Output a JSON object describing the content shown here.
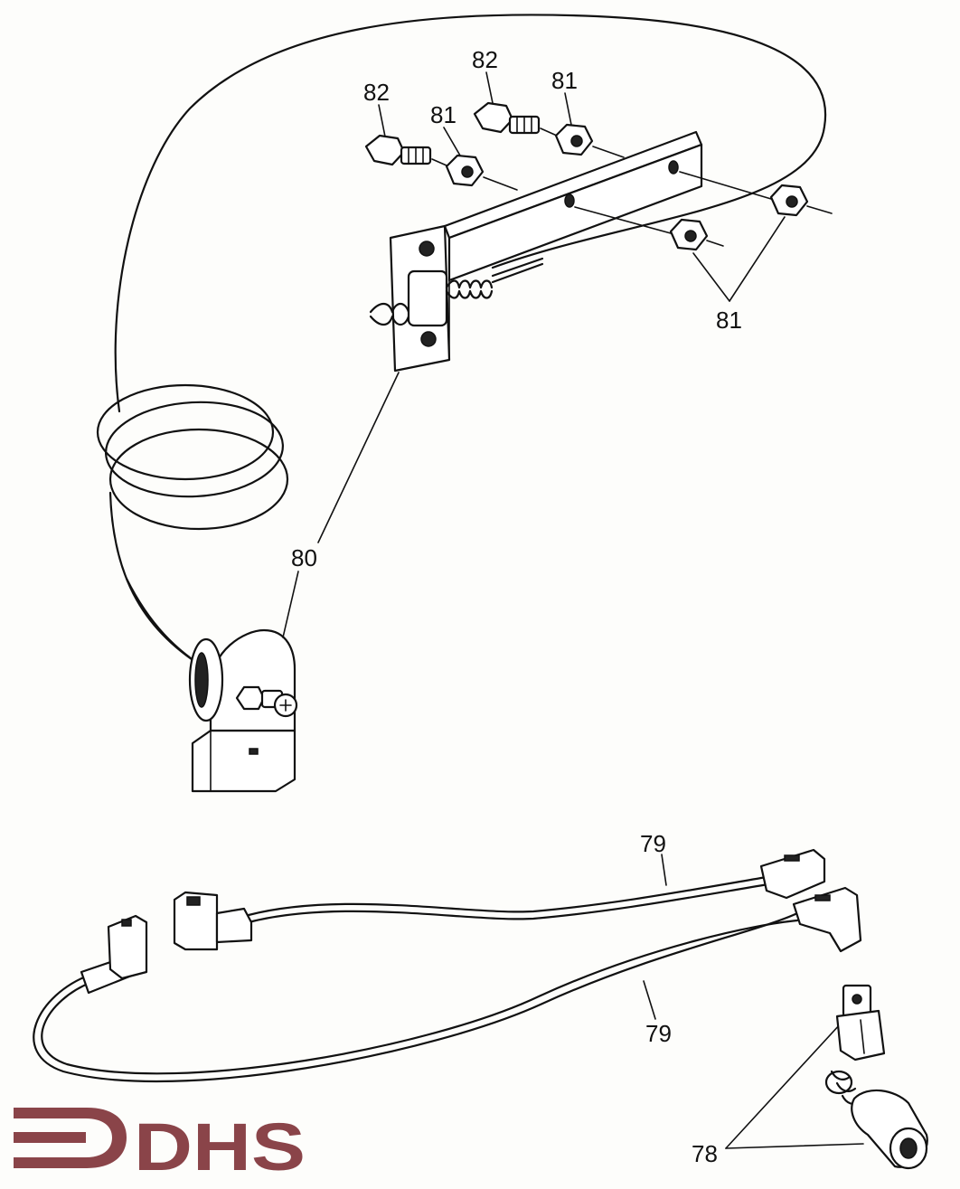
{
  "callouts": {
    "bolt_left": "82",
    "bolt_right": "82",
    "nut_left": "81",
    "nut_right": "81",
    "nuts_group": "81",
    "sensor": "80",
    "harness_top": "79",
    "harness_bottom": "79",
    "connectors": "78"
  },
  "logo": {
    "text": "DHS",
    "color": "#8a4449"
  },
  "icons": {
    "logo_mark": "arrow-mark-icon"
  }
}
